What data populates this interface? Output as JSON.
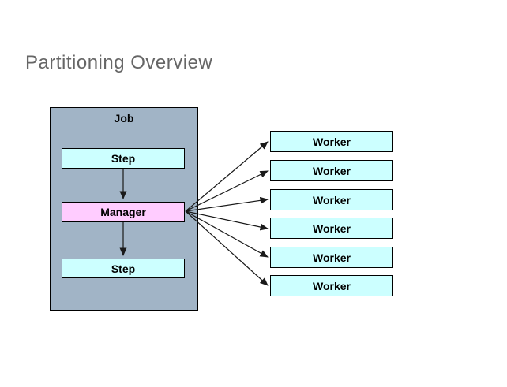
{
  "slide": {
    "title": "Partitioning Overview"
  },
  "diagram": {
    "job_label": "Job",
    "step_top_label": "Step",
    "manager_label": "Manager",
    "step_bottom_label": "Step",
    "workers": [
      {
        "label": "Worker"
      },
      {
        "label": "Worker"
      },
      {
        "label": "Worker"
      },
      {
        "label": "Worker"
      },
      {
        "label": "Worker"
      },
      {
        "label": "Worker"
      }
    ],
    "colors": {
      "job_fill": "#A1B4C6",
      "step_fill": "#CCFFFF",
      "manager_fill": "#FFCCFF",
      "box_border": "#000000",
      "connector": "#1A1A1A",
      "title_color": "#666666"
    }
  }
}
